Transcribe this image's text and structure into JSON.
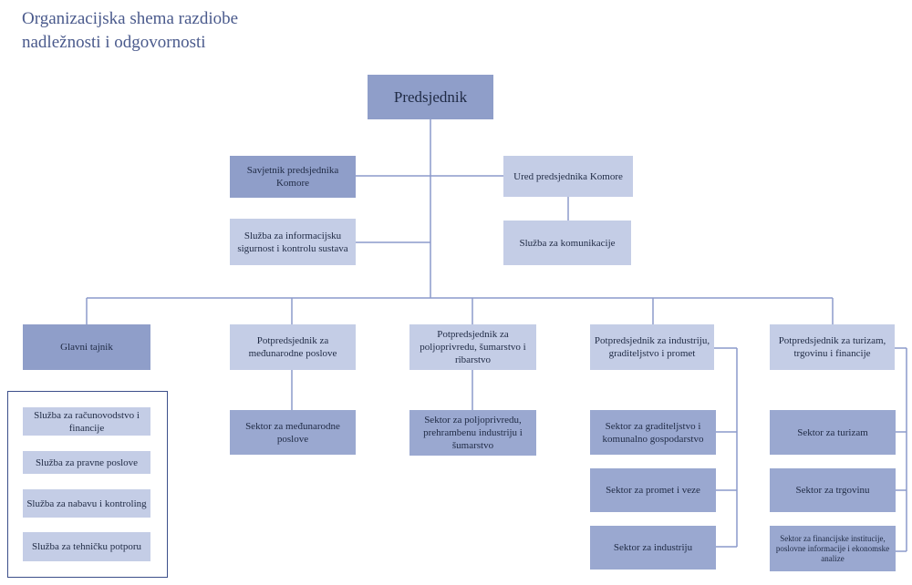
{
  "title": {
    "line1": "Organizacijska shema razdiobe",
    "line2": "nadležnosti i odgovornosti"
  },
  "colors": {
    "box_dark": "#8f9ec9",
    "box_mid": "#9aa8d0",
    "box_light": "#c4cde6",
    "line": "#8c9acb",
    "frame": "#3c4f8a",
    "title": "#4a5a8c"
  },
  "nodes": {
    "president": "Predsjednik",
    "advisor": "Savjetnik predsjednika Komore",
    "office": "Ured predsjednika Komore",
    "infosec": "Služba za informacijsku sigurnost i kontrolu sustava",
    "communications": "Služba za komunikacije",
    "secretary_general": "Glavni tajnik",
    "vp_international": "Potpredsjednik za međunarodne poslove",
    "vp_agriculture": "Potpredsjednik za poljoprivredu, šumarstvo i ribarstvo",
    "vp_industry": "Potpredsjednik za industriju, graditeljstvo i promet",
    "vp_tourism": "Potpredsjednik za turizam, trgovinu i financije"
  },
  "secretary_services": [
    "Služba za računovodstvo i financije",
    "Služba za pravne poslove",
    "Služba za nabavu i kontroling",
    "Služba za tehničku potporu"
  ],
  "sectors": {
    "international": "Sektor za međunarodne poslove",
    "agriculture": "Sektor za poljoprivredu, prehrambenu industriju i šumarstvo",
    "construction": "Sektor za graditeljstvo i komunalno gospodarstvo",
    "transport": "Sektor za promet i veze",
    "industry": "Sektor za industriju",
    "tourism": "Sektor za turizam",
    "trade": "Sektor za trgovinu",
    "finance": "Sektor za financijske institucije, poslovne informacije i ekonomske analize"
  }
}
